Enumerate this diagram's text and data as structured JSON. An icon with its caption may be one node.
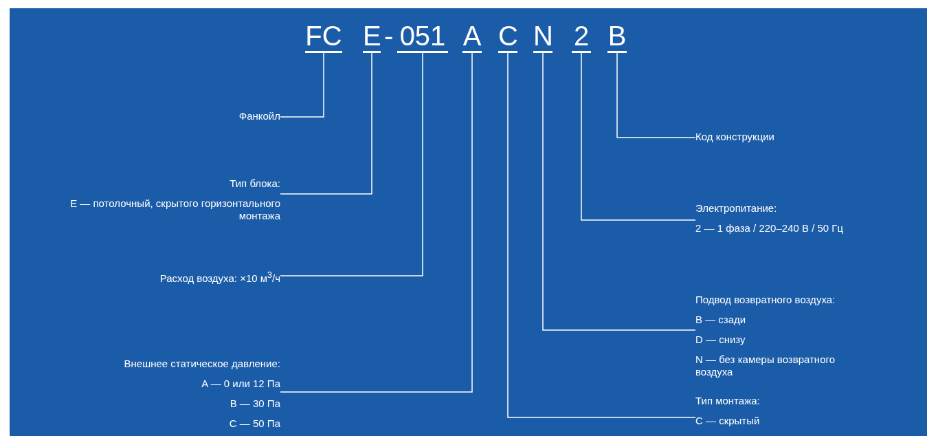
{
  "diagram": {
    "nodes": [
      {
        "text": [
          "FC"
        ]
      },
      {
        "text": [
          "E"
        ]
      },
      {
        "text": [
          "051"
        ]
      },
      {
        "text": [
          "A"
        ]
      },
      {
        "text": [
          "C"
        ]
      },
      {
        "text": [
          "N"
        ]
      },
      {
        "text": [
          "2"
        ]
      },
      {
        "text": [
          "B"
        ]
      },
      {
        "text": [
          "Фанкойл"
        ]
      },
      {
        "text": [
          "Тип блока:",
          "E — потолочный, скрытого горизонтального монтажа"
        ]
      },
      {
        "text": [
          "Расход воздуха: ×10 м$^{3}$/ч"
        ]
      },
      {
        "text": [
          "Внешнее статическое давление:",
          "A — 0 или 12 Па",
          "B — 30 Па",
          "C — 50 Па"
        ]
      },
      {
        "text": [
          "Код конструкции"
        ]
      },
      {
        "text": [
          "Электропитание:",
          "2 — 1 фаза / 220–240 В / 50 Гц"
        ]
      },
      {
        "text": [
          "Подвод возвратного воздуха:",
          "B — сзади",
          "D — снизу",
          "N — без камеры возвратного воздуха"
        ]
      },
      {
        "text": [
          "Тип монтажа:",
          "C — скрытый"
        ]
      }
    ],
    "edges": [
      {
        "from": 8,
        "to": 0,
        "arrow": "none"
      },
      {
        "from": 9,
        "to": 1,
        "arrow": "none"
      },
      {
        "from": 10,
        "to": 2,
        "arrow": "none"
      },
      {
        "from": 11,
        "to": 3,
        "arrow": "none"
      },
      {
        "from": 15,
        "to": 4,
        "arrow": "none"
      },
      {
        "from": 14,
        "to": 5,
        "arrow": "none"
      },
      {
        "from": 13,
        "to": 6,
        "arrow": "none"
      },
      {
        "from": 12,
        "to": 7,
        "arrow": "none"
      }
    ],
    "labels": [
      "-"
    ]
  }
}
